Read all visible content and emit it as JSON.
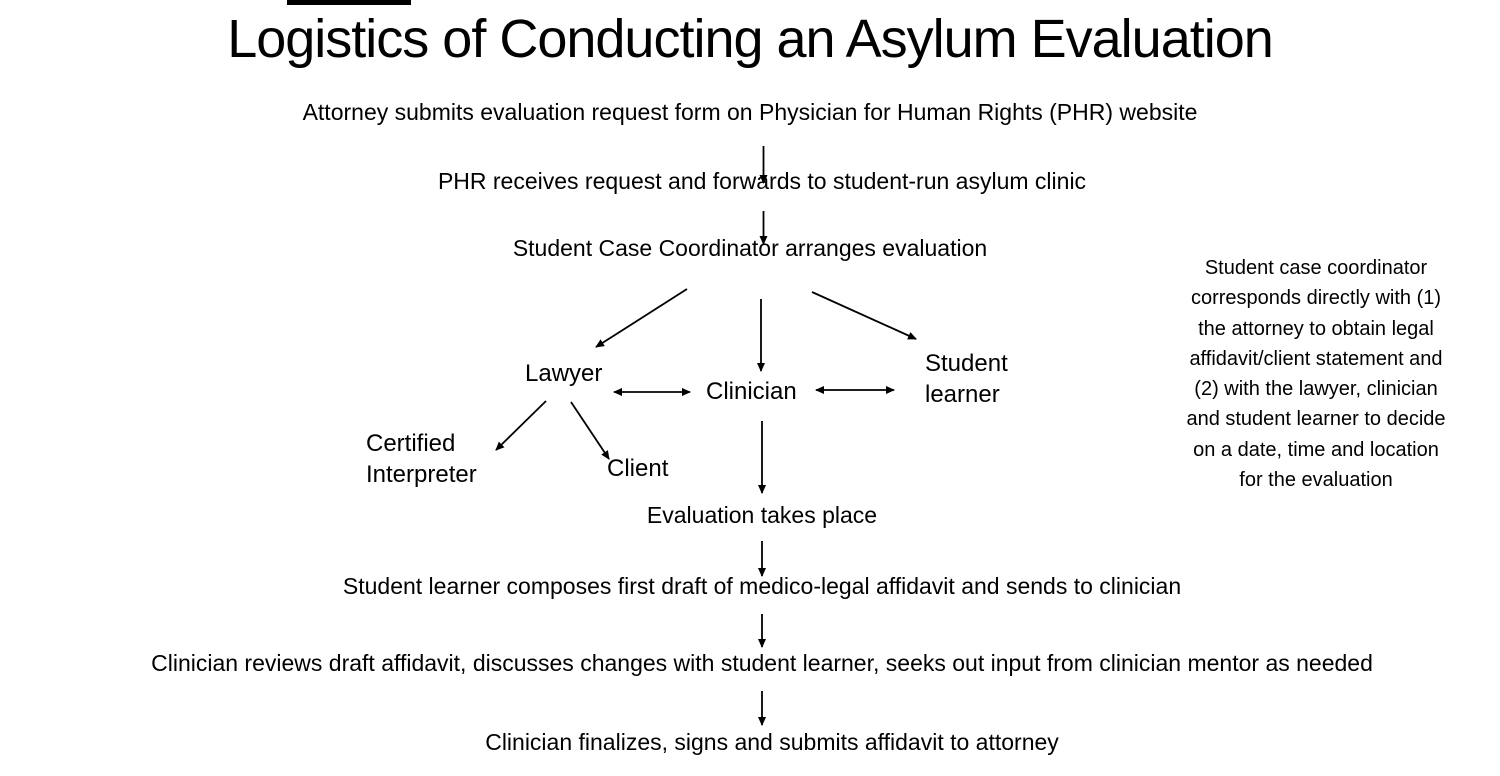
{
  "slide": {
    "title": "Logistics of Conducting an Asylum Evaluation"
  },
  "flow": {
    "step_attorney": "Attorney submits evaluation request form on Physician for Human Rights (PHR) website",
    "step_phr": "PHR receives request and forwards to student-run asylum clinic",
    "step_coordinator": "Student Case Coordinator arranges evaluation",
    "step_evaluation": "Evaluation takes place",
    "step_draft": "Student learner composes first draft of medico-legal affidavit and sends to clinician",
    "step_review": "Clinician reviews draft affidavit, discusses changes with student learner, seeks out input from clinician mentor as needed",
    "step_finalize": "Clinician finalizes, signs and submits affidavit to attorney"
  },
  "participants": {
    "lawyer": "Lawyer",
    "clinician": "Clinician",
    "student_learner_line1": "Student",
    "student_learner_line2": "learner",
    "certified_interpreter_line1": "Certified",
    "certified_interpreter_line2": "Interpreter",
    "client": "Client"
  },
  "side_note": {
    "lines": [
      "Student case coordinator",
      "corresponds directly with (1)",
      "the attorney to obtain legal",
      "affidavit/client statement and",
      "(2) with the lawyer, clinician",
      "and student learner to decide",
      "on a date, time and location",
      "for the evaluation"
    ]
  },
  "edges": [
    {
      "from": "step_attorney",
      "to": "step_phr",
      "style": "arrow"
    },
    {
      "from": "step_phr",
      "to": "step_coordinator",
      "style": "arrow"
    },
    {
      "from": "step_coordinator",
      "to": "lawyer",
      "style": "arrow"
    },
    {
      "from": "step_coordinator",
      "to": "clinician",
      "style": "arrow"
    },
    {
      "from": "step_coordinator",
      "to": "student_learner",
      "style": "arrow"
    },
    {
      "from": "lawyer",
      "to": "clinician",
      "style": "double-arrow"
    },
    {
      "from": "clinician",
      "to": "student_learner",
      "style": "double-arrow"
    },
    {
      "from": "lawyer",
      "to": "certified_interpreter",
      "style": "arrow"
    },
    {
      "from": "lawyer",
      "to": "client",
      "style": "arrow"
    },
    {
      "from": "clinician",
      "to": "step_evaluation",
      "style": "arrow"
    },
    {
      "from": "step_evaluation",
      "to": "step_draft",
      "style": "arrow"
    },
    {
      "from": "step_draft",
      "to": "step_review",
      "style": "arrow"
    },
    {
      "from": "step_review",
      "to": "step_finalize",
      "style": "arrow"
    }
  ],
  "colors": {
    "background": "#ffffff",
    "text": "#000000"
  }
}
